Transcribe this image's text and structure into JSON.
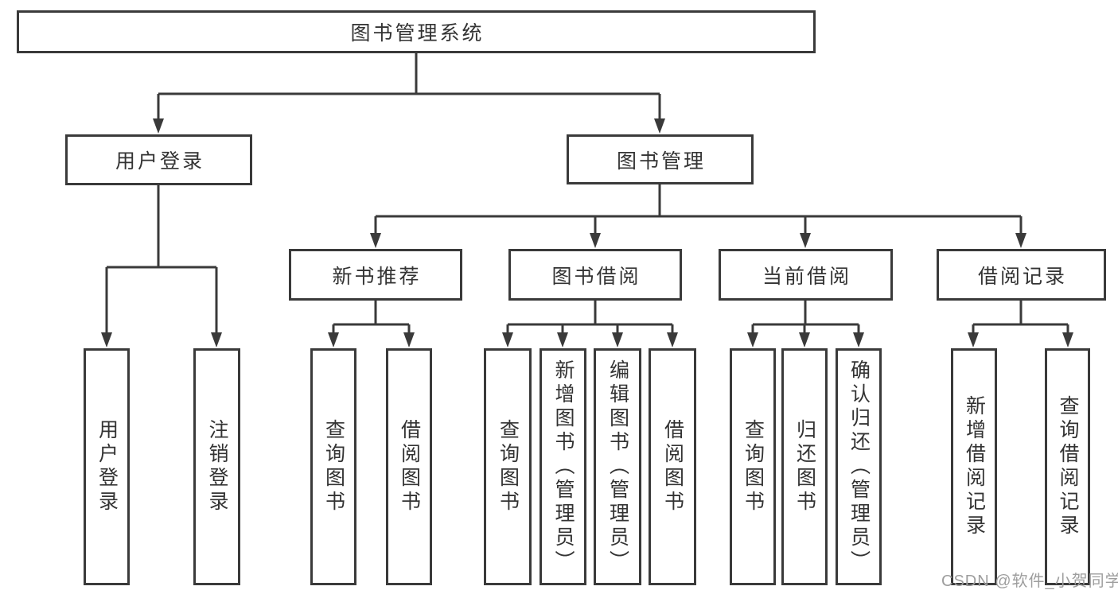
{
  "diagram": {
    "colors": {
      "line": "#3a3a3a",
      "box_border": "#3a3a3a",
      "text": "#333333",
      "watermark": "#9e9e9e",
      "background": "#ffffff"
    },
    "hierarchy": {
      "root": {
        "label": "图书管理系统"
      },
      "branches": [
        {
          "label": "用户登录",
          "children": [
            {
              "label": "用户登录"
            },
            {
              "label": "注销登录"
            }
          ]
        },
        {
          "label": "图书管理",
          "sections": [
            {
              "label": "新书推荐",
              "children": [
                {
                  "label": "查询图书"
                },
                {
                  "label": "借阅图书"
                }
              ]
            },
            {
              "label": "图书借阅",
              "children": [
                {
                  "label": "查询图书"
                },
                {
                  "label": "新增图书（管理员）"
                },
                {
                  "label": "编辑图书（管理员）"
                },
                {
                  "label": "借阅图书"
                }
              ]
            },
            {
              "label": "当前借阅",
              "children": [
                {
                  "label": "查询图书"
                },
                {
                  "label": "归还图书"
                },
                {
                  "label": "确认归还（管理员）"
                }
              ]
            },
            {
              "label": "借阅记录",
              "children": [
                {
                  "label": "新增借阅记录"
                },
                {
                  "label": "查询借阅记录"
                }
              ]
            }
          ]
        }
      ]
    },
    "watermark": {
      "text": "CSDN @软件_小贺同学"
    }
  }
}
